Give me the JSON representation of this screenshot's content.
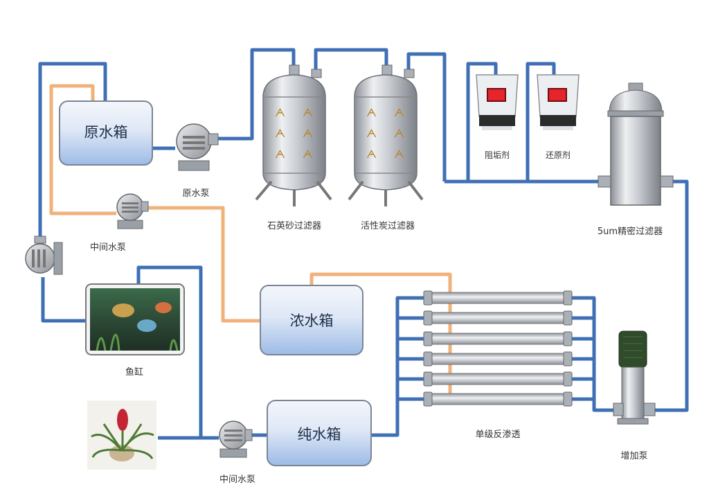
{
  "tanks": {
    "raw": "原水箱",
    "concentrate": "浓水箱",
    "pure": "纯水箱"
  },
  "labels": {
    "raw_pump": "原水泵",
    "quartz_filter": "石英砂过滤器",
    "carbon_filter": "活性炭过滤器",
    "antiscalant": "阻垢剂",
    "reducer": "还原剂",
    "precision_filter": "5um精密过滤器",
    "mid_pump_upper": "中间水泵",
    "fish_tank": "鱼缸",
    "ro_unit": "单级反渗透",
    "booster_pump": "增加泵",
    "mid_pump_lower": "中间水泵"
  },
  "colors": {
    "pipe_blue": "#3f6fb5",
    "pipe_orange": "#f0b27a",
    "tank_fill_top": "#f4f6fb",
    "tank_fill_bottom": "#a9c3e8",
    "chem_red": "#e5242b",
    "steel": "#c8ccd2"
  }
}
